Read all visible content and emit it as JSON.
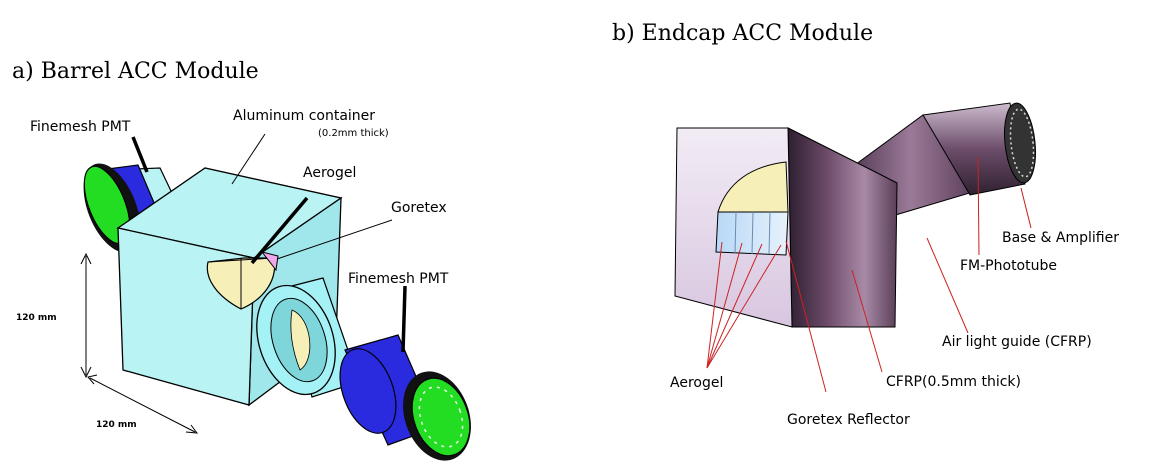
{
  "panel_a": {
    "title": "a) Barrel ACC Module",
    "labels": {
      "finemesh_pmt_left": "Finemesh PMT",
      "aluminum_container": "Aluminum container",
      "thickness": "(0.2mm thick)",
      "aerogel": "Aerogel",
      "goretex": "Goretex",
      "finemesh_pmt_right": "Finemesh PMT",
      "height_dim": "120 mm",
      "width_dim": "120 mm"
    }
  },
  "panel_b": {
    "title": "b) Endcap ACC Module",
    "labels": {
      "base_amplifier": "Base & Amplifier",
      "fm_phototube": "FM-Phototube",
      "air_light_guide": "Air light guide (CFRP)",
      "aerogel": "Aerogel",
      "cfrp": "CFRP(0.5mm thick)",
      "goretex_reflector": "Goretex Reflector"
    }
  },
  "colors": {
    "box": "#b9f3f3",
    "pmt_blue": "#2a2adf",
    "pmt_green": "#22dd22",
    "aerogel": "#f6f0b8",
    "goretex": "#f0a8ec",
    "tube": "#a4f2f5",
    "leader_red": "#cc2222",
    "endcap_body": "#6a4a66"
  }
}
